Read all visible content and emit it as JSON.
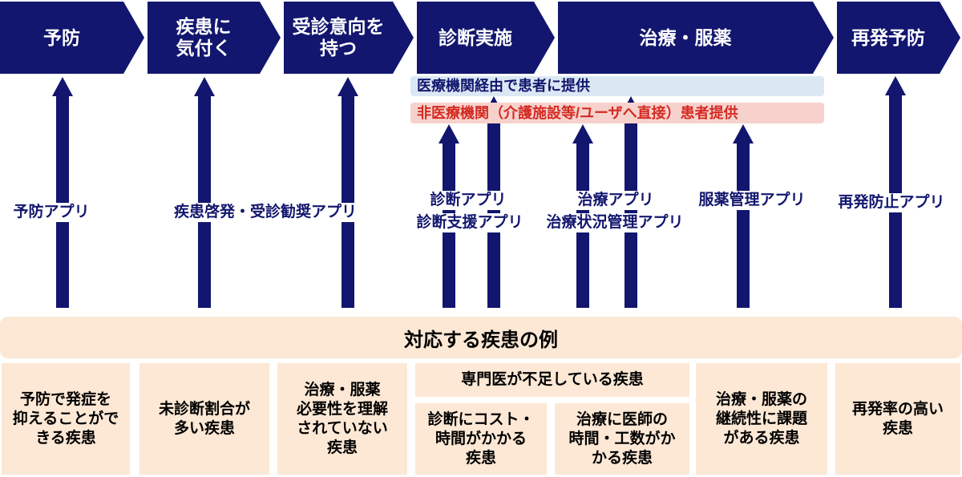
{
  "palette": {
    "navy": "#12166e",
    "banner_blue_bg": "#dbe8f4",
    "banner_red_bg": "#f7d2cd",
    "banner_red_text": "#d42a21",
    "peach_bg": "#fce8d5",
    "white": "#ffffff"
  },
  "stages": [
    {
      "lines": [
        "予防"
      ]
    },
    {
      "lines": [
        "疾患に",
        "気付く"
      ]
    },
    {
      "lines": [
        "受診意向を",
        "持つ"
      ]
    },
    {
      "lines": [
        "診断実施"
      ]
    },
    {
      "lines": [
        "治療・服薬"
      ]
    },
    {
      "lines": [
        "再発予防"
      ]
    }
  ],
  "provision_banners": {
    "via_medical": "医療機関経由で患者に提供",
    "non_medical": "非医療機関（介護施設等/ユーザへ直接）患者提供"
  },
  "apps": {
    "prevention": "予防アプリ",
    "awareness": "疾患啓発・受診勧奨アプリ",
    "diagnosis": "診断アプリ",
    "diagnosis_support": "診断支援アプリ",
    "treatment": "治療アプリ",
    "treatment_status": "治療状況管理アプリ",
    "medication": "服薬管理アプリ",
    "relapse_prevention": "再発防止アプリ"
  },
  "disease_section": {
    "title": "対応する疾患の例",
    "boxes": [
      {
        "lines": [
          "予防で発症を",
          "抑えることがで",
          "きる疾患"
        ]
      },
      {
        "lines": [
          "未診断割合が",
          "多い疾患"
        ]
      },
      {
        "lines": [
          "治療・服薬",
          "必要性を理解",
          "されていない",
          "疾患"
        ]
      },
      {
        "lines": [
          "専門医が不足している疾患"
        ]
      },
      {
        "lines": [
          "診断にコスト・",
          "時間がかかる",
          "疾患"
        ]
      },
      {
        "lines": [
          "治療に医師の",
          "時間・工数がか",
          "かる疾患"
        ]
      },
      {
        "lines": [
          "治療・服薬の",
          "継続性に課題",
          "がある疾患"
        ]
      },
      {
        "lines": [
          "再発率の高い",
          "疾患"
        ]
      }
    ]
  }
}
